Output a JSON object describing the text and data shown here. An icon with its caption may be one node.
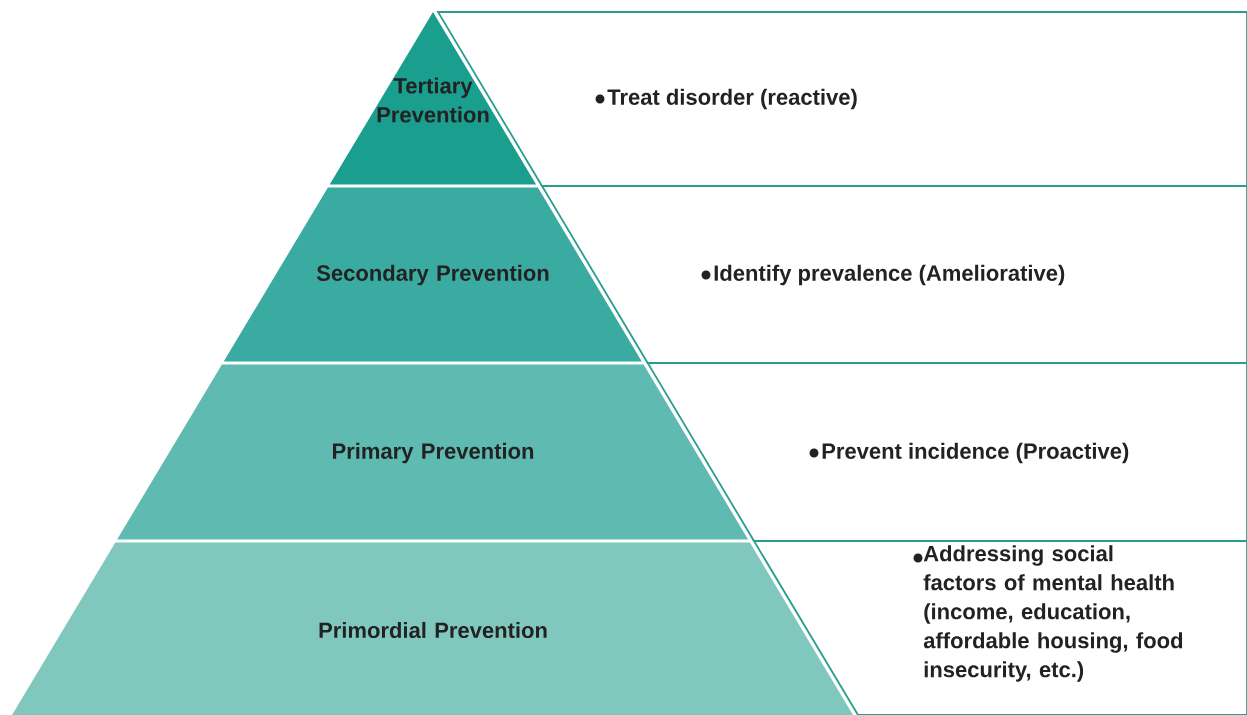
{
  "diagram": {
    "nodes": [
      {
        "text": [
          "Tertiary Prevention"
        ]
      },
      {
        "text": [
          "Treat disorder (reactive)"
        ]
      },
      {
        "text": [
          "Secondary Prevention"
        ]
      },
      {
        "text": [
          "Identify prevalence (Ameliorative)"
        ]
      },
      {
        "text": [
          "Primary Prevention"
        ]
      },
      {
        "text": [
          "Prevent incidence (Proactive)"
        ]
      },
      {
        "text": [
          "Primordial Prevention"
        ]
      },
      {
        "text": [
          "Addressing social factors of mental health (income, education, affordable housing, food insecurity, etc.)"
        ]
      }
    ]
  }
}
